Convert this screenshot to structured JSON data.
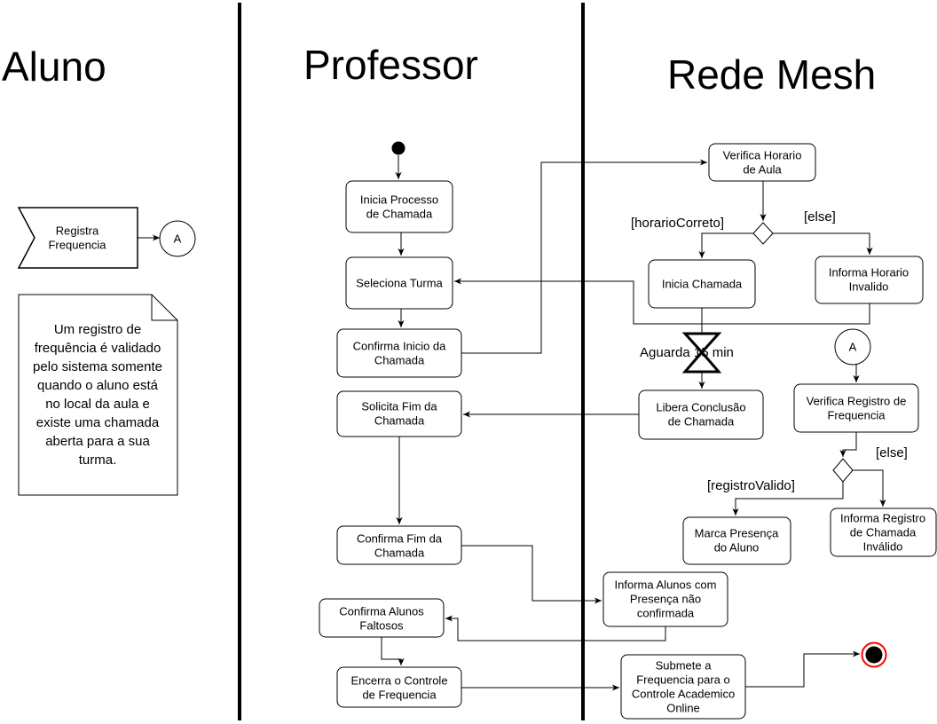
{
  "lanes": {
    "aluno": "Aluno",
    "professor": "Professor",
    "rede_mesh": "Rede Mesh"
  },
  "aluno": {
    "registra_frequencia": [
      "Registra",
      "Frequencia"
    ],
    "connector_a": "A",
    "note": [
      "Um registro de",
      "frequência é validado",
      "pelo sistema somente",
      "quando o aluno está",
      "no local da aula e",
      "existe uma chamada",
      "aberta para a sua",
      "turma."
    ]
  },
  "professor": {
    "inicia_processo": [
      "Inicia Processo",
      "de Chamada"
    ],
    "seleciona_turma": [
      "Seleciona Turma"
    ],
    "confirma_inicio": [
      "Confirma Inicio da",
      "Chamada"
    ],
    "solicita_fim": [
      "Solicita Fim da",
      "Chamada"
    ],
    "confirma_fim": [
      "Confirma Fim da",
      "Chamada"
    ],
    "confirma_faltosos": [
      "Confirma Alunos",
      "Faltosos"
    ],
    "encerra_controle": [
      "Encerra o Controle",
      "de Frequencia"
    ]
  },
  "rede_mesh": {
    "verifica_horario": [
      "Verifica Horario",
      "de Aula"
    ],
    "guard_horario_correto": "[horarioCorreto]",
    "guard_else_1": "[else]",
    "inicia_chamada": [
      "Inicia Chamada"
    ],
    "informa_horario_invalido": [
      "Informa Horario",
      "Invalido"
    ],
    "timer_label": "Aguarda 15 min",
    "libera_conclusao": [
      "Libera Conclusão",
      "de Chamada"
    ],
    "connector_a": "A",
    "verifica_registro": [
      "Verifica Registro de",
      "Frequencia"
    ],
    "guard_registro_valido": "[registroValido]",
    "guard_else_2": "[else]",
    "marca_presenca": [
      "Marca Presença",
      "do Aluno"
    ],
    "informa_registro_invalido": [
      "Informa Registro",
      "de Chamada",
      "Inválido"
    ],
    "informa_alunos_sem_presenca": [
      "Informa Alunos com",
      "Presença não",
      "confirmada"
    ],
    "submete_frequencia": [
      "Submete a",
      "Frequencia para o",
      "Controle Academico",
      "Online"
    ]
  }
}
